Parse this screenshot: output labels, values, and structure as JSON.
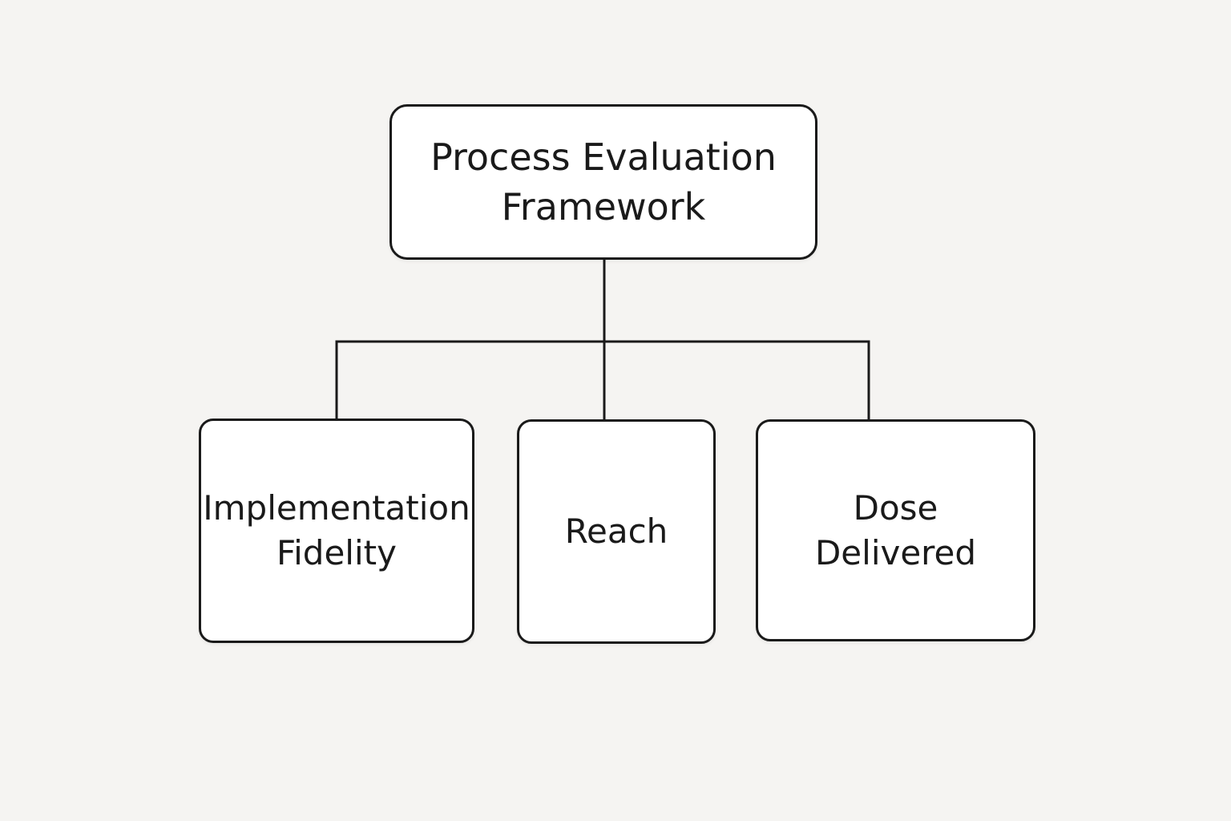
{
  "diagram": {
    "type": "tree",
    "colors": {
      "canvas_background": "#f5f4f2",
      "node_fill": "#ffffff",
      "node_border": "#1a1a1a",
      "connector_line": "#1a1a1a",
      "text": "#1a1a1a"
    },
    "nodes": [
      {
        "id": "root",
        "label": "Process Evaluation\nFramework"
      },
      {
        "id": "implementation-fidelity",
        "label": "Implementation\nFidelity"
      },
      {
        "id": "reach",
        "label": "Reach"
      },
      {
        "id": "dose-delivered",
        "label": "Dose\nDelivered"
      }
    ],
    "edges": [
      {
        "from": "root",
        "to": "implementation-fidelity"
      },
      {
        "from": "root",
        "to": "reach"
      },
      {
        "from": "root",
        "to": "dose-delivered"
      }
    ]
  }
}
